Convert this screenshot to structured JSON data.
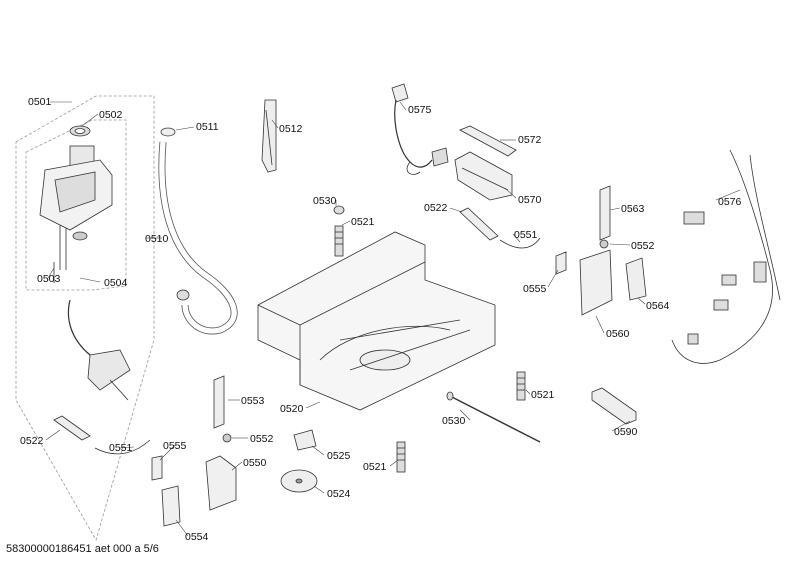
{
  "parts": {
    "p0501": "0501",
    "p0502": "0502",
    "p0503": "0503",
    "p0504": "0504",
    "p0510": "0510",
    "p0511": "0511",
    "p0512": "0512",
    "p0575": "0575",
    "p0572": "0572",
    "p0570": "0570",
    "p0530a": "0530",
    "p0521a": "0521",
    "p0522a": "0522",
    "p0551a": "0551",
    "p0563": "0563",
    "p0552a": "0552",
    "p0555a": "0555",
    "p0564": "0564",
    "p0560": "0560",
    "p0576": "0576",
    "p0553": "0553",
    "p0552b": "0552",
    "p0550": "0550",
    "p0520": "0520",
    "p0530b": "0530",
    "p0521b": "0521",
    "p0590": "0590",
    "p0522b": "0522",
    "p0551b": "0551",
    "p0555b": "0555",
    "p0525": "0525",
    "p0521c": "0521",
    "p0524": "0524",
    "p0554": "0554"
  },
  "footer": "58300000186451 aet 000 a 5/6"
}
